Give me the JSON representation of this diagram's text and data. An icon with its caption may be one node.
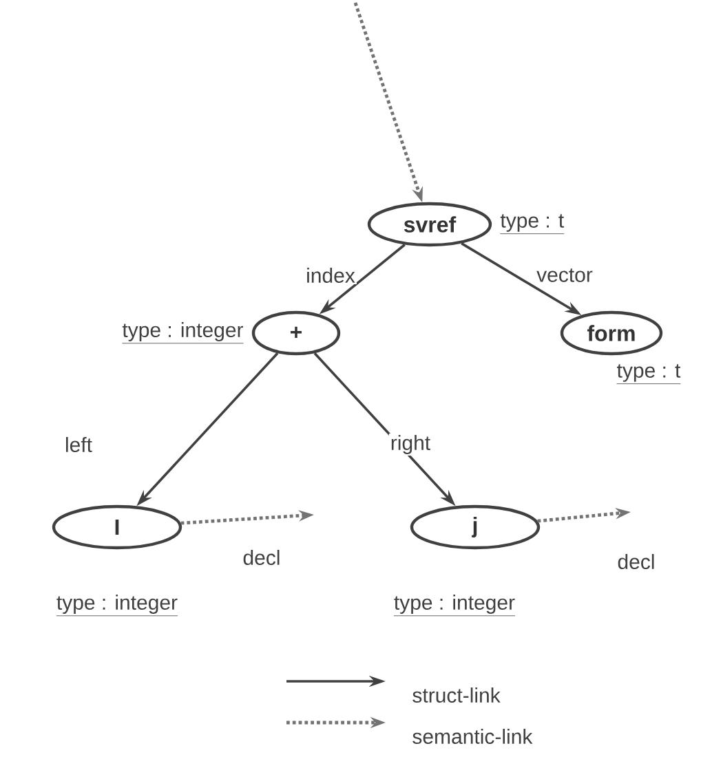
{
  "diagram": {
    "nodes": [
      {
        "text": [
          "svref"
        ],
        "beside": [
          "type : t"
        ]
      },
      {
        "text": [
          "+"
        ],
        "beside": [
          "type : integer"
        ]
      },
      {
        "text": [
          "form"
        ],
        "beside": [
          "type : t"
        ]
      },
      {
        "text": [
          "I"
        ],
        "beside": [
          "type : integer"
        ]
      },
      {
        "text": [
          "j"
        ],
        "beside": [
          "type : integer"
        ]
      }
    ],
    "edges": [
      {
        "from": null,
        "to": 0,
        "arrow": "to",
        "style": "dashed"
      },
      {
        "from": 0,
        "to": 1,
        "arrow": "to",
        "label": "index"
      },
      {
        "from": 0,
        "to": 2,
        "arrow": "to",
        "label": "vector"
      },
      {
        "from": 1,
        "to": 3,
        "arrow": "to",
        "label": "left"
      },
      {
        "from": 1,
        "to": 4,
        "arrow": "to",
        "label": "right"
      },
      {
        "from": 3,
        "to": null,
        "arrow": "to",
        "style": "dashed",
        "label": "decl"
      },
      {
        "from": 4,
        "to": null,
        "arrow": "to",
        "style": "dashed",
        "label": "decl"
      }
    ],
    "legend": [
      {
        "text": "struct-link"
      },
      {
        "text": "semantic-link"
      }
    ]
  }
}
